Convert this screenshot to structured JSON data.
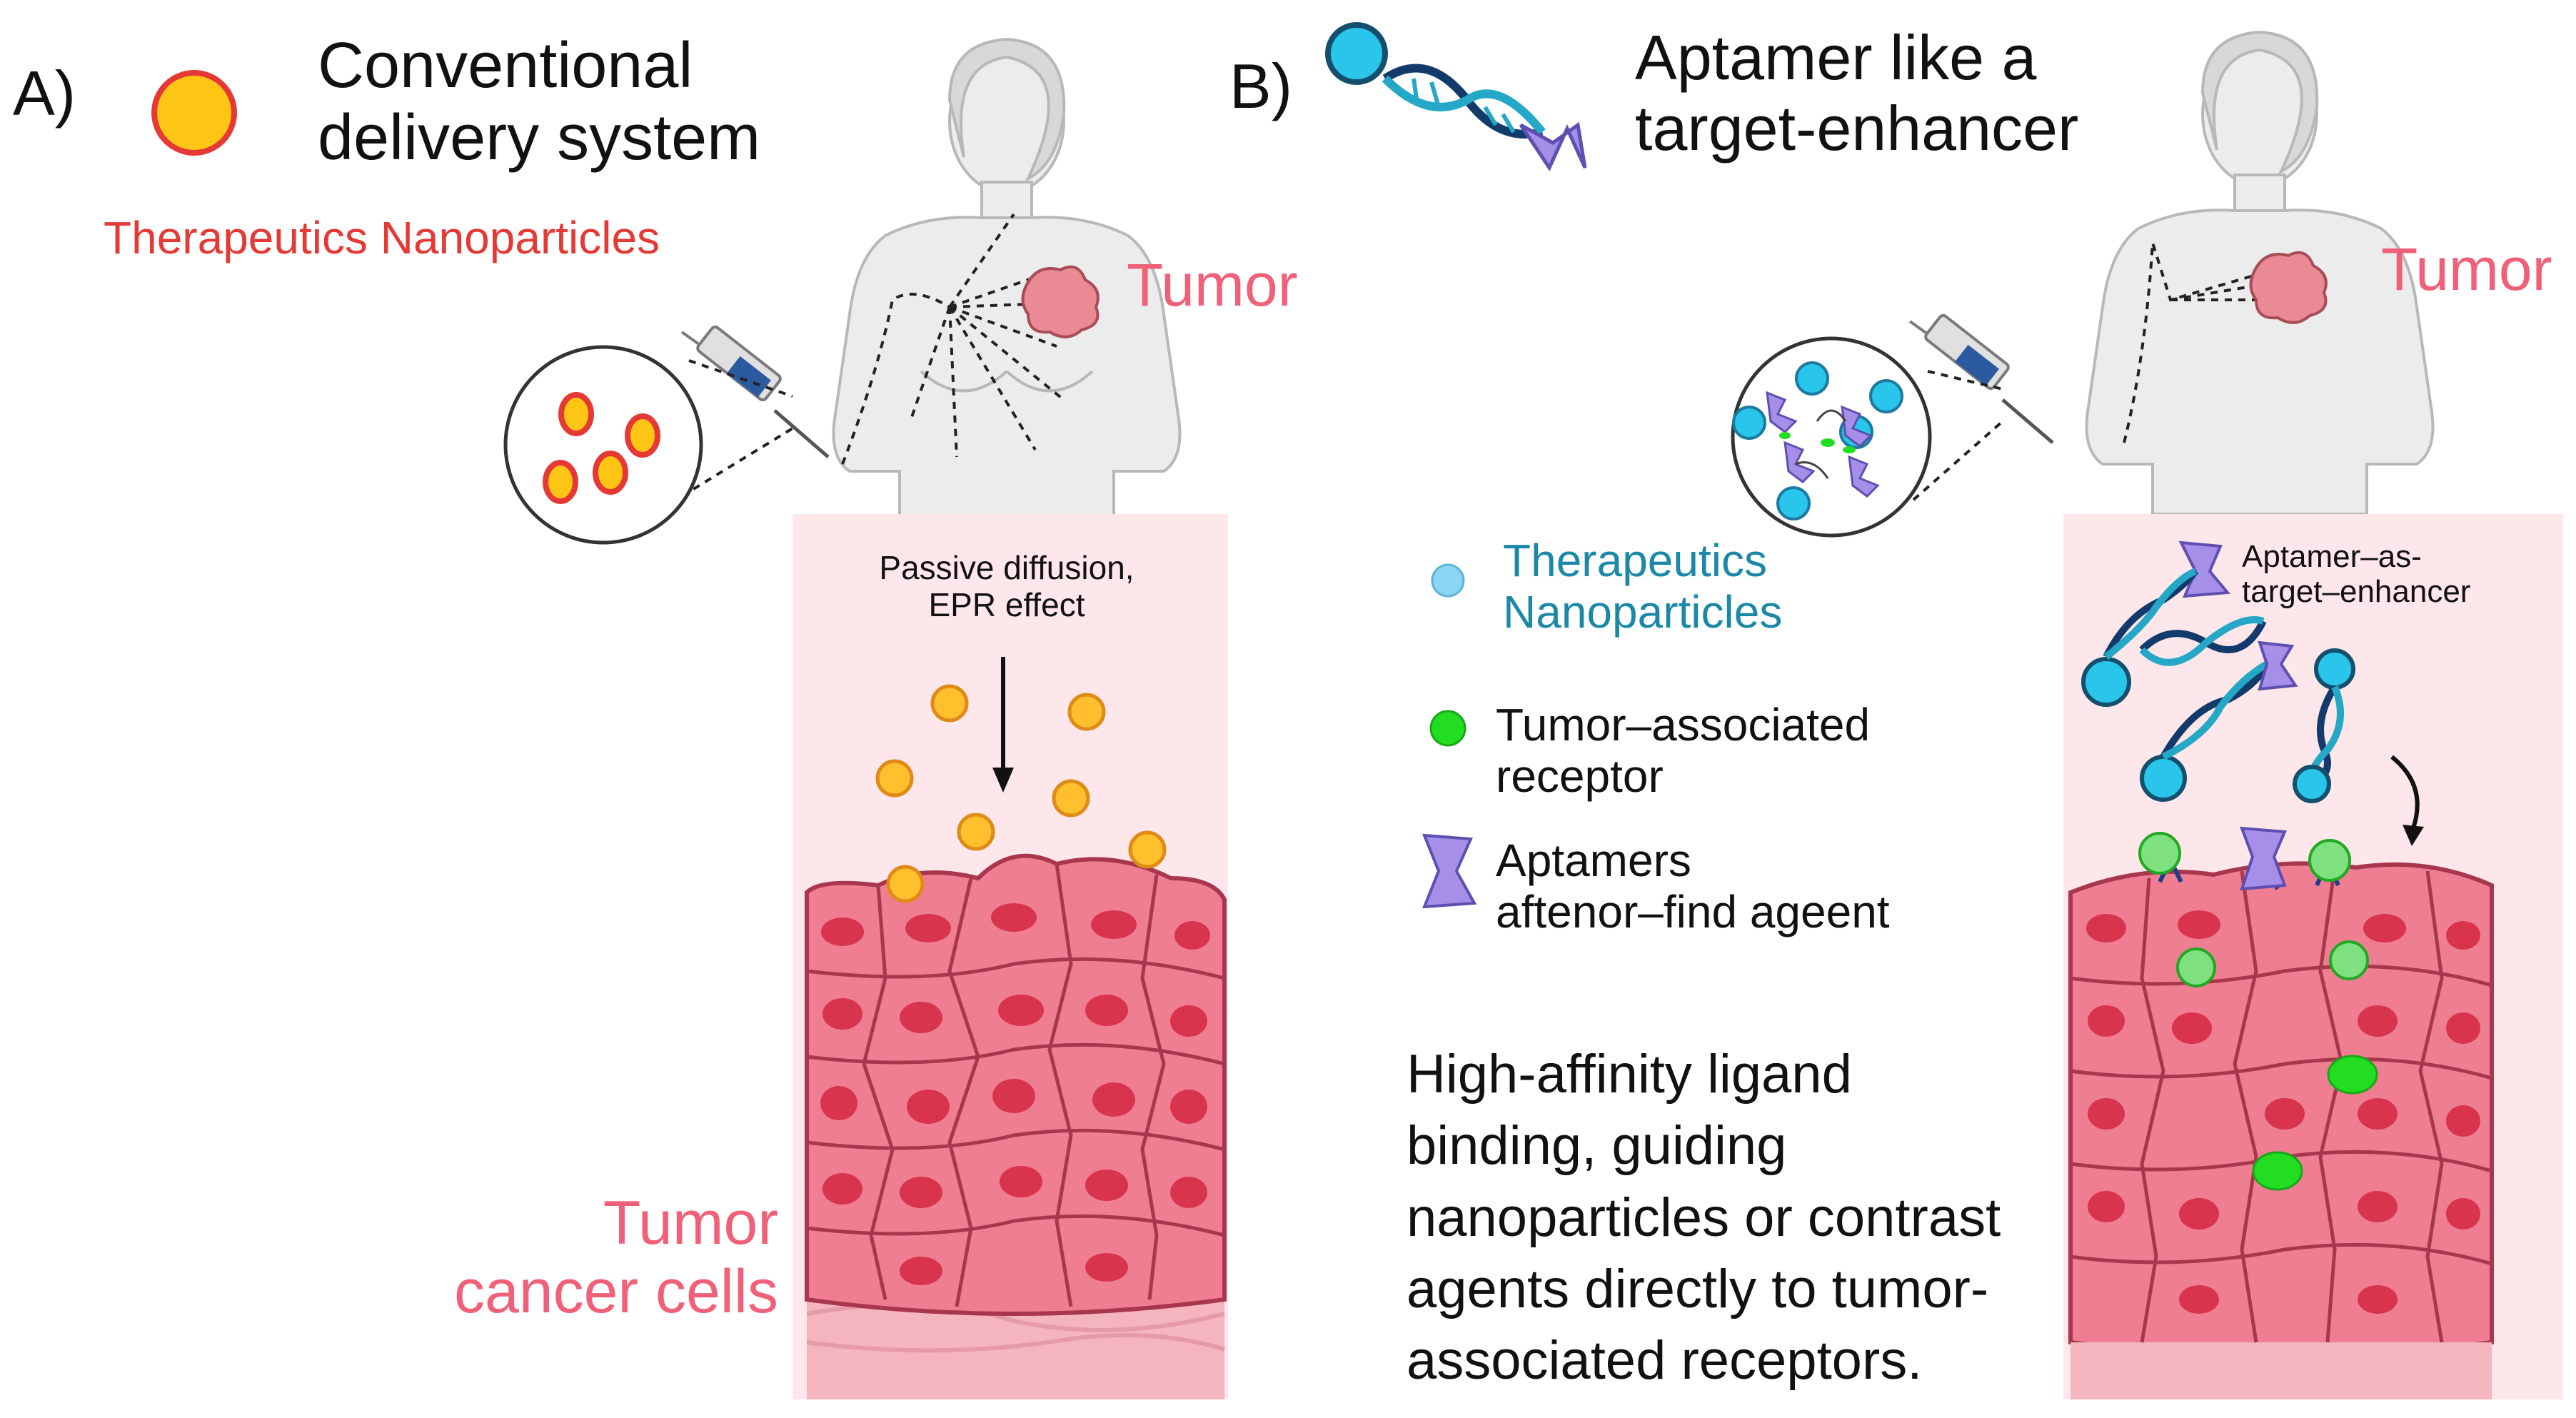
{
  "panel_a": {
    "letter": "A)",
    "title": "Conventional\ndelivery system",
    "subtitle": "Therapeutics Nanoparticles",
    "tumor_label": "Tumor",
    "arrow_label": "Passive diffusion,\nEPR effect",
    "cells_label": "Tumor\ncancer cells"
  },
  "panel_b": {
    "letter": "B)",
    "title": "Aptamer like a\ntarget-enhancer",
    "tumor_label": "Tumor",
    "legend": [
      {
        "label": "Therapeutics\nNanoparticles",
        "icon": "cyan-circle-icon"
      },
      {
        "label": "Tumor–associated\nreceptor",
        "icon": "green-circle-icon"
      },
      {
        "label": "Aptamers\naftenor–find ageent",
        "icon": "aptamer-bowtie-icon"
      }
    ],
    "aptamer_callout": "Aptamer–as-\ntarget–enhancer",
    "description": "High-affinity ligand\nbinding, guiding\nnanoparticles or contrast\nagents directly to tumor-\nassociated receptors."
  },
  "colors": {
    "red_label": "#e53935",
    "tumor_pink": "#f06078",
    "cyan": "#29c5ea",
    "teal_text": "#1c88a8",
    "green": "#22dd22",
    "purple": "#a58fe8",
    "orange_particle": "#f7b733"
  }
}
